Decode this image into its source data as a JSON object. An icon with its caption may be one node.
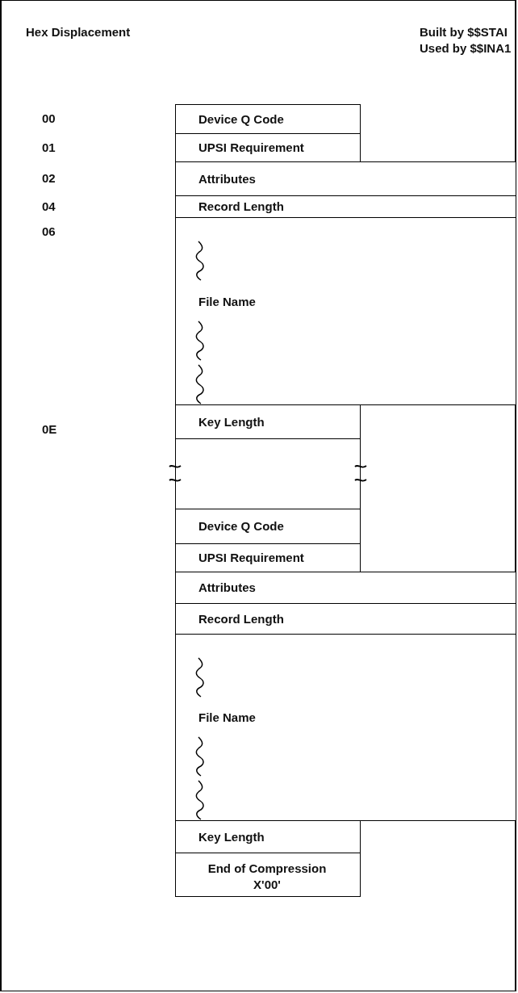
{
  "diagram": {
    "nodes": [
      {
        "text": [
          "Device Q Code"
        ]
      },
      {
        "text": [
          "UPSI Requirement"
        ]
      },
      {
        "text": [
          "Attributes"
        ]
      },
      {
        "text": [
          "Record Length"
        ]
      },
      {
        "text": [
          "File Name"
        ]
      },
      {
        "text": [
          "Key Length"
        ]
      },
      {
        "text": [],
        "shape": "box"
      },
      {
        "text": [
          "Device Q Code"
        ]
      },
      {
        "text": [
          "UPSI Requirement"
        ]
      },
      {
        "text": [
          "Attributes"
        ]
      },
      {
        "text": [
          "Record Length"
        ]
      },
      {
        "text": [
          "File Name"
        ]
      },
      {
        "text": [
          "Key Length"
        ]
      },
      {
        "text": [
          "End of Compression X'00'"
        ]
      }
    ],
    "edges": [],
    "labels": [
      "Hex Displacement",
      "Built by $$STAI",
      "Used by $$INA1",
      "00",
      "01",
      "02",
      "04",
      "06",
      "0E"
    ]
  }
}
